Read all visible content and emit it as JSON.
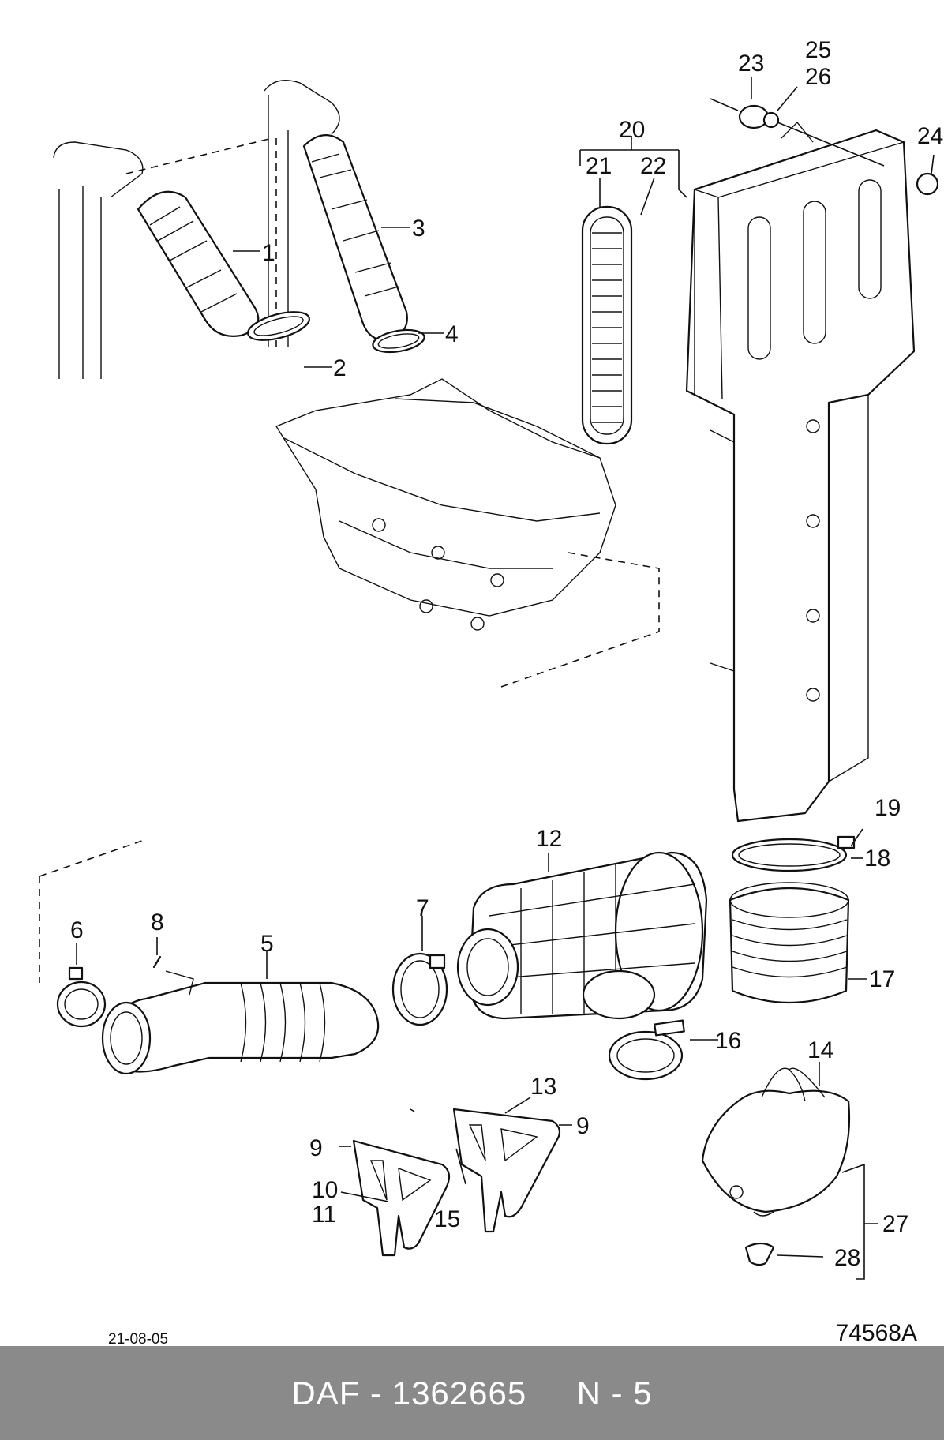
{
  "diagram": {
    "callouts": [
      "1",
      "2",
      "3",
      "4",
      "5",
      "6",
      "7",
      "8",
      "9",
      "9",
      "10",
      "11",
      "12",
      "13",
      "14",
      "15",
      "16",
      "17",
      "18",
      "19",
      "20",
      "21",
      "22",
      "23",
      "24",
      "25",
      "26",
      "27",
      "28"
    ],
    "date": "21-08-05",
    "reference": "74568A"
  },
  "footer": {
    "brand": "DAF",
    "separator": "-",
    "part_number": "1362665",
    "page": "N - 5"
  }
}
